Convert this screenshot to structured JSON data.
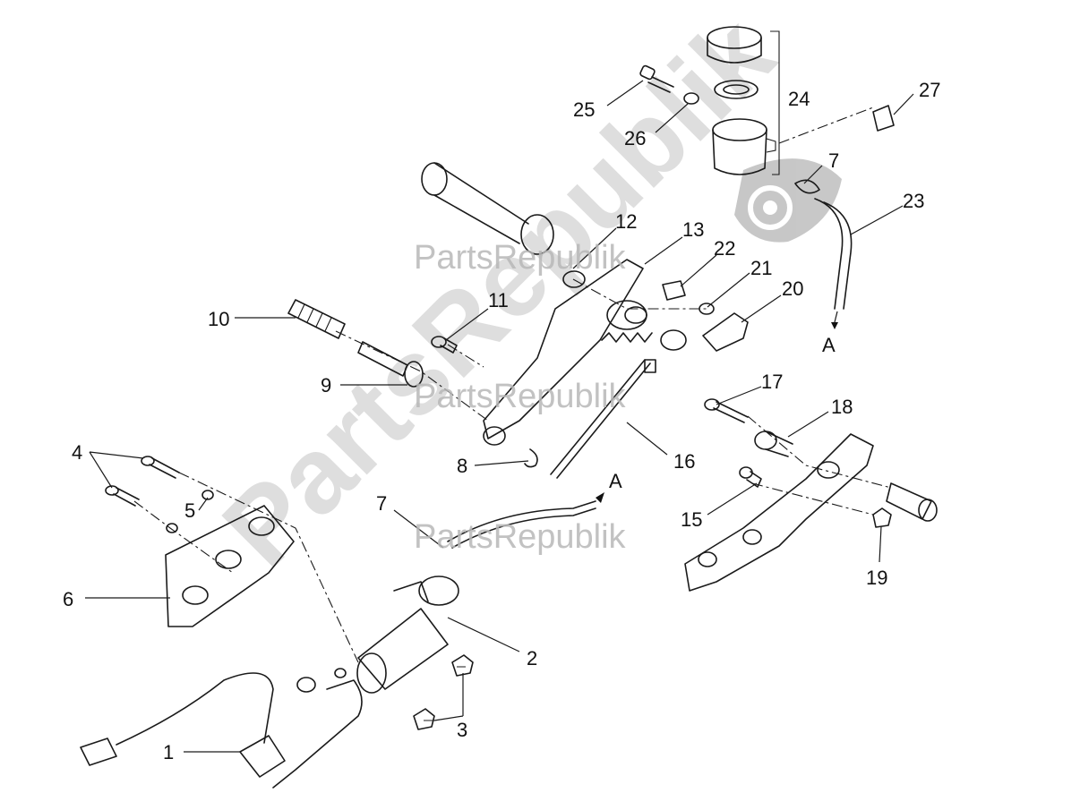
{
  "watermark": {
    "text": "PartsRepublik",
    "big_text": "PartsRepublik"
  },
  "callouts": {
    "n1": "1",
    "n2": "2",
    "n3": "3",
    "n4": "4",
    "n5": "5",
    "n6": "6",
    "n7a": "7",
    "n7b": "7",
    "n8": "8",
    "n9": "9",
    "n10": "10",
    "n11": "11",
    "n12": "12",
    "n13": "13",
    "n15": "15",
    "n16": "16",
    "n17": "17",
    "n18": "18",
    "n19": "19",
    "n20": "20",
    "n21": "21",
    "n22": "22",
    "n23": "23",
    "n24": "24",
    "n25": "25",
    "n26": "26",
    "n27": "27"
  },
  "connection_labels": {
    "a_top": "A",
    "a_mid": "A"
  },
  "icons": [
    "gear-logo-icon"
  ]
}
